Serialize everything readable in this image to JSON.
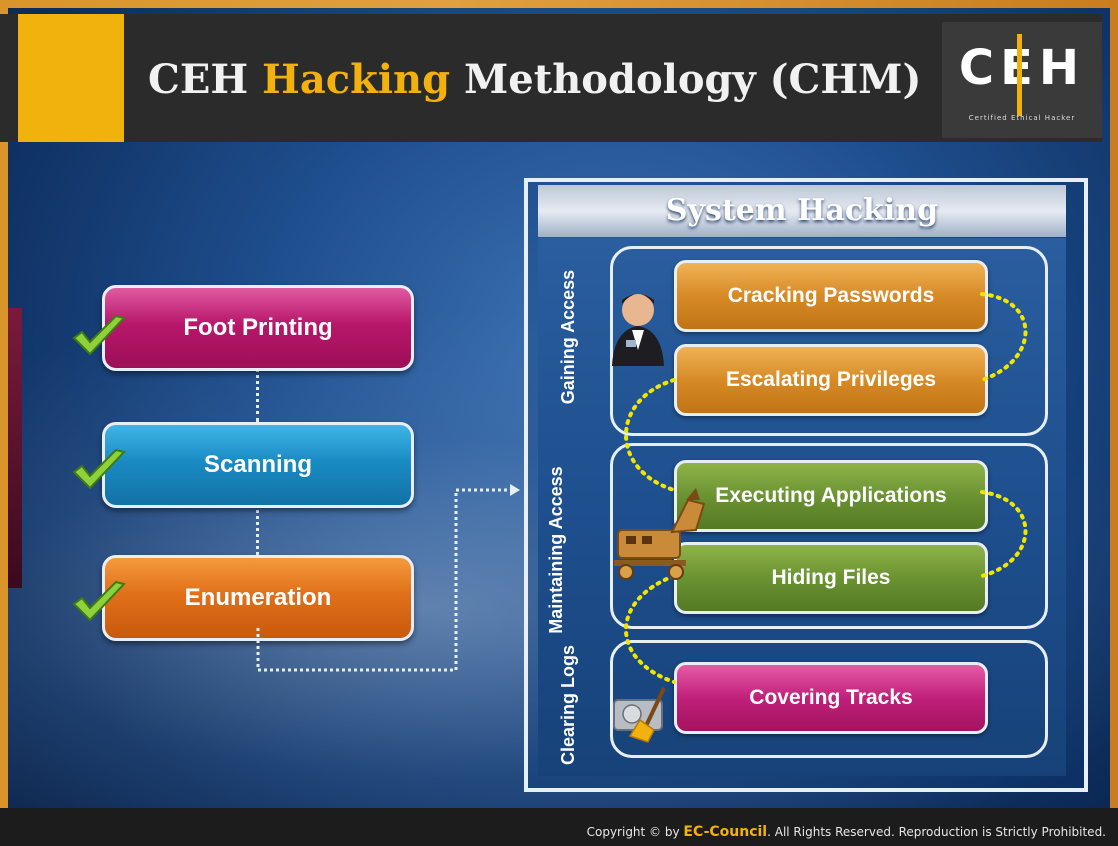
{
  "header": {
    "title_part1": "CEH ",
    "title_highlight": "Hacking",
    "title_part2": " Methodology (CHM)",
    "logo": {
      "letters": "CEH",
      "sub": "Certified  Ethical  Hacker"
    }
  },
  "steps": [
    {
      "label": "Foot Printing",
      "checked": true,
      "color": "#b8176a"
    },
    {
      "label": "Scanning",
      "checked": true,
      "color": "#1a8bc4"
    },
    {
      "label": "Enumeration",
      "checked": true,
      "color": "#e0701a"
    }
  ],
  "system_hacking": {
    "title": "System Hacking",
    "groups": [
      {
        "label": "Gaining Access",
        "icon": "hacker-avatar-icon",
        "tasks": [
          "Cracking Passwords",
          "Escalating Privileges"
        ]
      },
      {
        "label": "Maintaining Access",
        "icon": "trojan-horse-icon",
        "tasks": [
          "Executing Applications",
          "Hiding Files"
        ]
      },
      {
        "label": "Clearing Logs",
        "icon": "hard-drive-broom-icon",
        "tasks": [
          "Covering Tracks"
        ]
      }
    ]
  },
  "colors": {
    "accent": "#f2b20d",
    "gold_task": "#d78a26",
    "green_task": "#6a9332",
    "pink_task": "#c0207a",
    "connector": "#f2e600"
  },
  "footer": {
    "copyright_prefix": "Copyright © by ",
    "brand": "EC-Council",
    "copyright_suffix": ". All Rights Reserved. Reproduction is Strictly Prohibited."
  }
}
